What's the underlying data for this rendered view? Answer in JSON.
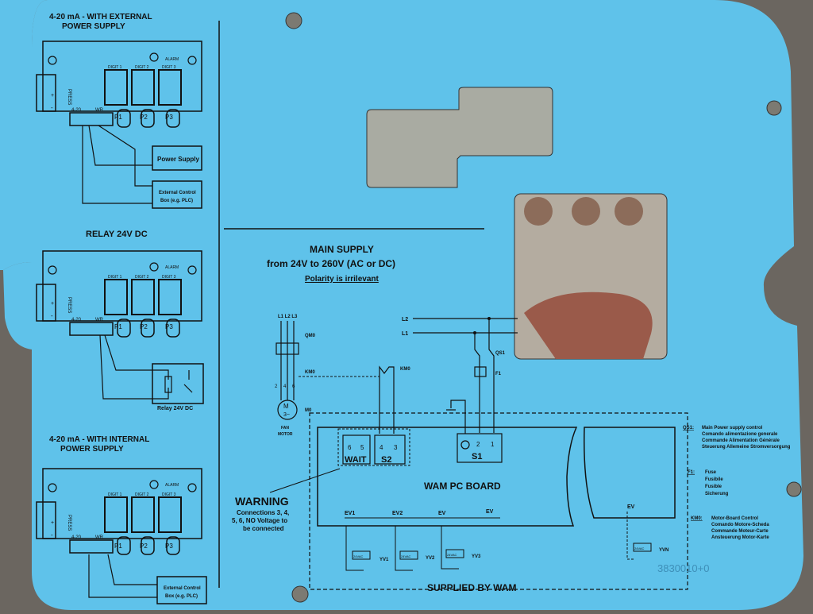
{
  "panels": {
    "p1": {
      "title1": "4-20 mA - WITH EXTERNAL",
      "title2": "POWER SUPPLY",
      "box1": "Power Supply",
      "box2a": "External Control",
      "box2b": "Box (e.g. PLC)"
    },
    "p2": {
      "title": "RELAY 24V DC",
      "relay": "Relay 24V DC"
    },
    "p3": {
      "title1": "4-20 mA - WITH INTERNAL",
      "title2": "POWER SUPPLY",
      "box1a": "External Control",
      "box1b": "Box (e.g. PLC)"
    }
  },
  "module": {
    "digit1": "DIGIT 1",
    "digit2": "DIGIT 2",
    "digit3": "DIGIT 3",
    "alarm": "ALARM",
    "press": "PRESS",
    "plus": "+",
    "minus": "-",
    "t420": "4-20",
    "twr": "WR",
    "p1": "P1",
    "p2": "P2",
    "p3": "P3"
  },
  "supply": {
    "line1": "MAIN SUPPLY",
    "line2": "from 24V to 260V (AC or DC)",
    "line3": "Polarity is irrilevant"
  },
  "labels": {
    "l2": "L2",
    "l1": "L1",
    "qs1": "QS1",
    "f1": "F1",
    "l1l2l3": "L1 L2 L3",
    "qm0": "QM0",
    "km0": "KM0",
    "km0b": "KM0",
    "m0": "M0",
    "motor_m": "M",
    "motor_3": "3~",
    "fan1": "FAN",
    "fan2": "MOTOR",
    "n2": "2",
    "n4": "4",
    "n6": "6"
  },
  "board": {
    "title": "WAM PC BOARD",
    "t6": "6",
    "t5": "5",
    "t4": "4",
    "t3": "3",
    "t2": "2",
    "t1": "1",
    "wait": "WAIT",
    "s2": "S2",
    "s1": "S1",
    "ev1": "EV1",
    "ev2": "EV2",
    "ev": "EV",
    "ev3": "EV",
    "ev4": "EV",
    "v24": "24VAC",
    "yv1": "YV1",
    "yv2": "YV2",
    "yv3": "YV3",
    "yvn": "YVN",
    "supplied": "SUPPLIED BY WAM"
  },
  "warning": {
    "title": "WARNING",
    "l1": "Connections 3, 4,",
    "l2": "5, 6, NO Voltage to",
    "l3": "be connected"
  },
  "legend": {
    "qs1_key": "QS1:",
    "qs1_1": "Main Power supply control",
    "qs1_2": "Comando alimentazione generale",
    "qs1_3": "Commande Alimentation Générale",
    "qs1_4": "Steuerung Allemeine Stromversorgung",
    "f1_key": "F1:",
    "f1_1": "Fuse",
    "f1_2": "Fusibile",
    "f1_3": "Fusible",
    "f1_4": "Sicherung",
    "km0_key": "KM0:",
    "km0_1": "Motor-Board Control",
    "km0_2": "Comando Motore-Scheda",
    "km0_3": "Commande Moteur-Carte",
    "km0_4": "Ansteuerung Motor-Karte"
  },
  "serial": "3830010+0",
  "colors": {
    "plate": "#5fc2ea",
    "ink": "#111111",
    "background": "#6b6660"
  }
}
